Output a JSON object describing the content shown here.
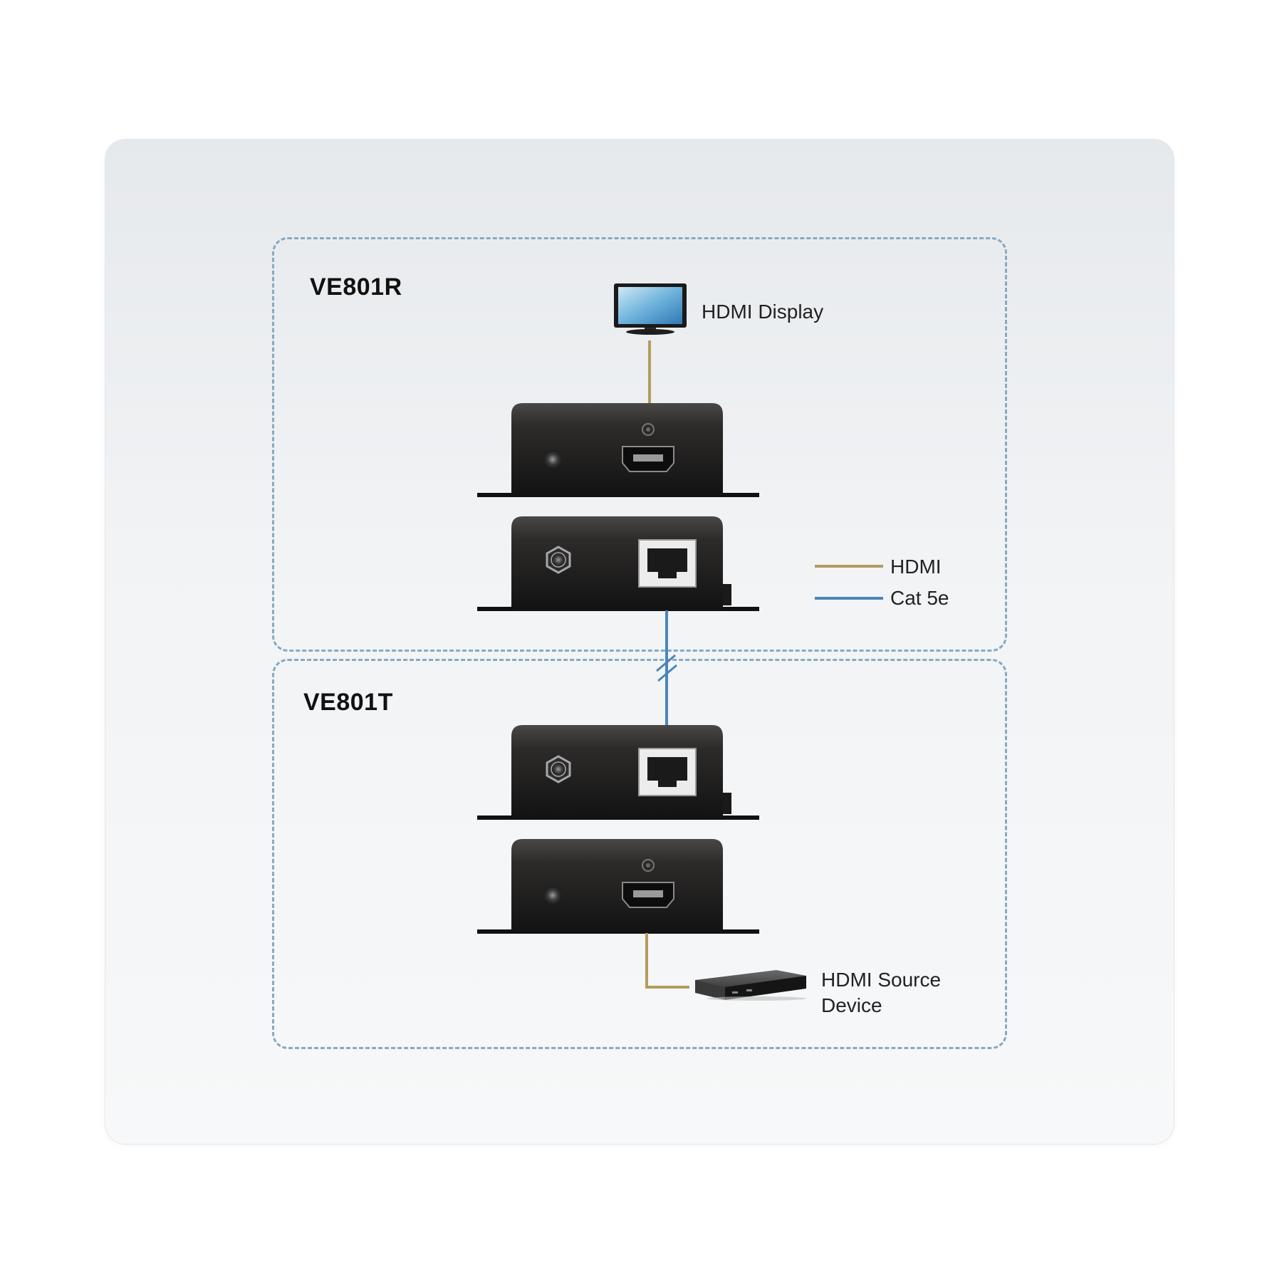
{
  "receiver": {
    "model": "VE801R",
    "display_label": "HDMI Display"
  },
  "transmitter": {
    "model": "VE801T",
    "source_label_line1": "HDMI Source",
    "source_label_line2": "Device"
  },
  "legend": {
    "items": [
      {
        "label": "HDMI",
        "color": "#b59c5c"
      },
      {
        "label": "Cat 5e",
        "color": "#4a86bb"
      }
    ]
  },
  "icons": [
    "tv-icon",
    "hdmi-source-box-icon",
    "extender-unit-icon",
    "hdmi-port-icon",
    "rj45-port-icon",
    "power-jack-icon"
  ]
}
